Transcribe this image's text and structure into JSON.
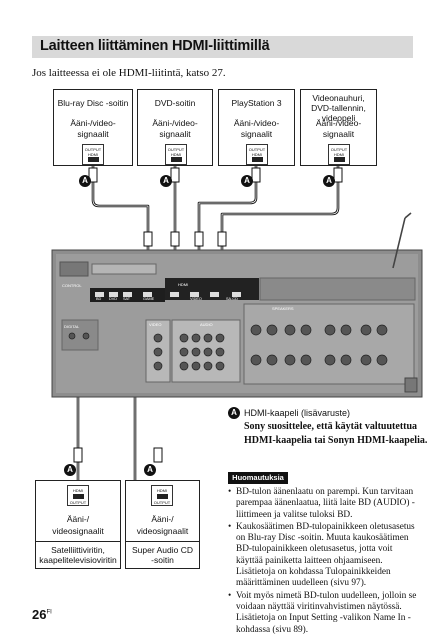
{
  "header": {
    "title": "Laitteen liittäminen HDMI-liittimillä"
  },
  "intro": "Jos laitteessa ei ole HDMI-liitintä, katso 27.",
  "top_devices": [
    {
      "name": "Blu-ray Disc -soitin",
      "name2": "",
      "signal1": "Ääni-/video-",
      "signal2": "signaalit"
    },
    {
      "name": "DVD-soitin",
      "name2": "",
      "signal1": "Ääni-/video-",
      "signal2": "signaalit"
    },
    {
      "name": "PlayStation 3",
      "name2": "",
      "signal1": "Ääni-/video-",
      "signal2": "signaalit"
    },
    {
      "name": "Videonauhuri,",
      "name2": "DVD-tallennin, videopeli",
      "signal1": "Ääni-/video-",
      "signal2": "signaalit"
    }
  ],
  "port": {
    "label": "OUTPUT",
    "sub": "HDMI"
  },
  "badge_letter": "A",
  "bottom_devices": [
    {
      "signal1": "Ääni-/",
      "signal2": "videosignaalit",
      "name1": "Satelliittiviritin,",
      "name2": "kaapelitelevisioviritin"
    },
    {
      "signal1": "Ääni-/",
      "signal2": "videosignaalit",
      "name1": "Super Audio CD",
      "name2": "-soitin"
    }
  ],
  "receiver": {
    "hdmi_label": "HDMI",
    "inputs": [
      "BD",
      "DVD",
      "SAT",
      "GAME",
      "VIDEO",
      "SA-CD"
    ],
    "panels": [
      "CONTROL",
      "DIGITAL",
      "VIDEO",
      "AUDIO",
      "SPEAKERS"
    ]
  },
  "caption": {
    "label": "HDMI-kaapeli (lisävaruste)",
    "recommend1": "Sony suosittelee, että käytät valtuutettua",
    "recommend2": "HDMI-kaapelia tai Sonyn HDMI-kaapelia."
  },
  "notes": {
    "heading": "Huomautuksia",
    "items": [
      "BD-tulon äänenlaatu on parempi. Kun tarvitaan parempaa äänenlaatua, liitä laite BD (AUDIO) -liittimeen ja valitse tuloksi BD.",
      "Kaukosäätimen BD-tulopainikkeen oletusasetus on Blu-ray Disc -soitin. Muuta kaukosäätimen BD-tulopainikkeen oletusasetus, jotta voit käyttää painiketta laitteen ohjaamiseen. Lisätietoja on kohdassa Tulopainikkeiden määrittäminen uudelleen (sivu 97).",
      "Voit myös nimetä BD-tulon uudelleen, jolloin se voidaan näyttää viritinvahvistimen näytössä. Lisätietoja on Input Setting -valikon Name In -kohdassa (sivu 89)."
    ]
  },
  "footer": {
    "page": "26",
    "lang": "FI"
  }
}
